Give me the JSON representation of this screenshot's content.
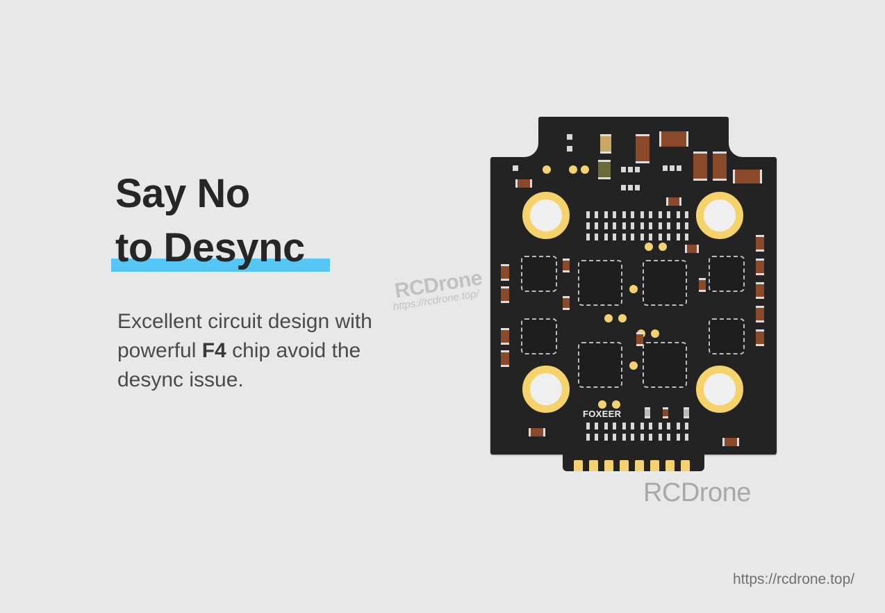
{
  "headline": {
    "line1": "Say No",
    "line2": "to Desync",
    "underline_color": "#56c6f4"
  },
  "body": {
    "text_before": "Excellent circuit design with powerful ",
    "bold": "F4",
    "text_after": " chip avoid the desync issue."
  },
  "product": {
    "board_label": "FOXEER",
    "board_color": "#232323",
    "pad_color": "#f3d271"
  },
  "watermarks": {
    "overlay_brand": "RCDrone",
    "overlay_url": "https://rcdrone.top/",
    "brand": "RCDrone",
    "url": "https://rcdrone.top/"
  },
  "colors": {
    "background": "#e8e8e8",
    "headline": "#262626",
    "body_text": "#4a4a4a"
  }
}
